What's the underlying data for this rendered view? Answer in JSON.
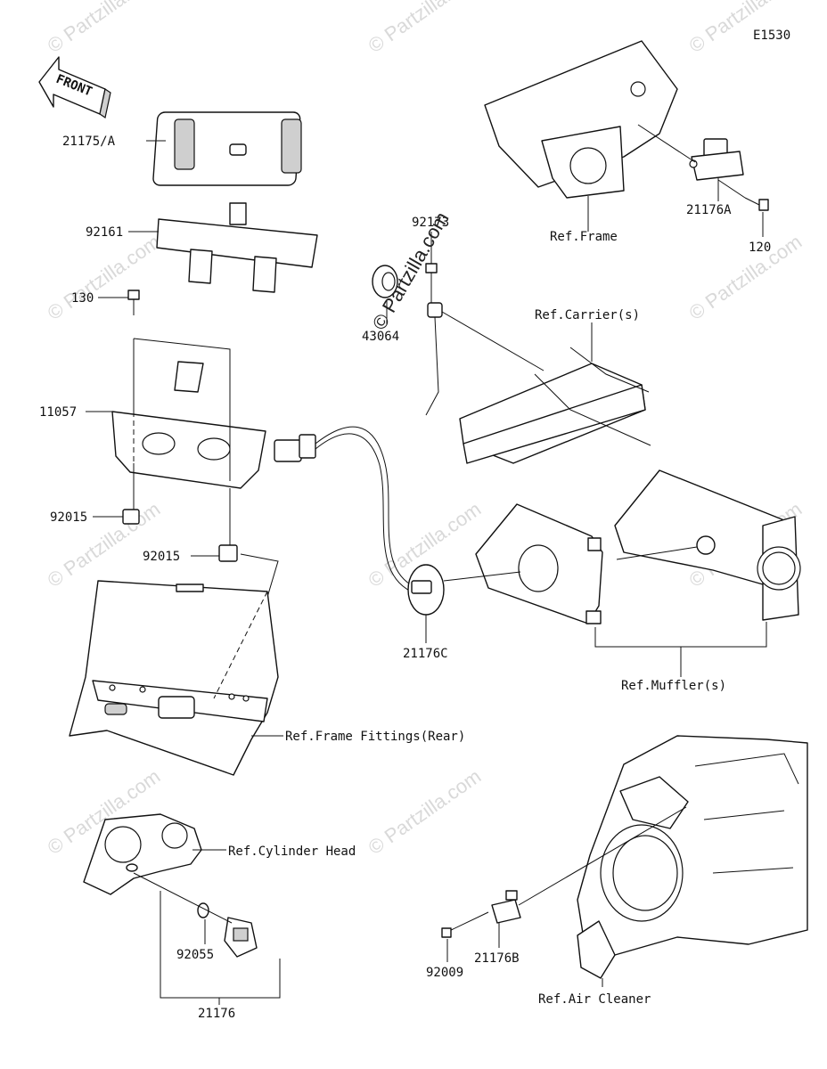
{
  "diagram": {
    "code": "E1530",
    "front_label": "FRONT",
    "watermark": "© Partzilla.com",
    "parts": {
      "p21175A": "21175/A",
      "p92161": "92161",
      "p130": "130",
      "p11057": "11057",
      "p92015a": "92015",
      "p92015b": "92015",
      "p92173": "92173",
      "p43064": "43064",
      "p21176A": "21176A",
      "p120": "120",
      "p21176C": "21176C",
      "p92055": "92055",
      "p21176": "21176",
      "p92009": "92009",
      "p21176B": "21176B"
    },
    "refs": {
      "frame": "Ref.Frame",
      "carrier": "Ref.Carrier(s)",
      "muffler": "Ref.Muffler(s)",
      "frame_fittings": "Ref.Frame Fittings(Rear)",
      "cylinder_head": "Ref.Cylinder Head",
      "air_cleaner": "Ref.Air Cleaner"
    }
  }
}
